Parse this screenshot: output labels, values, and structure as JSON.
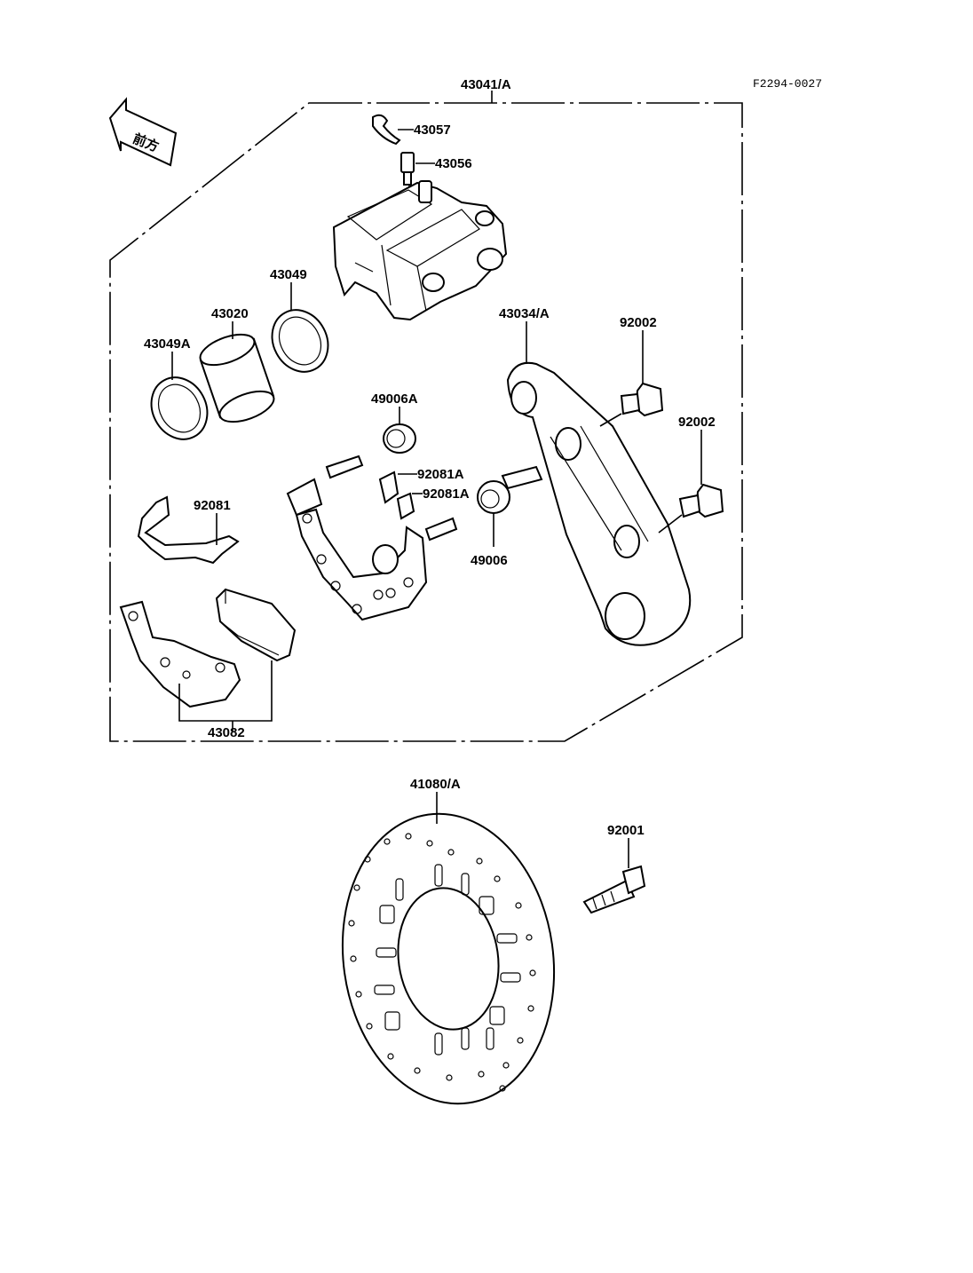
{
  "header": {
    "ref_code": "F2294-0027",
    "direction_glyph": "前方"
  },
  "labels": {
    "caliper_assy": "43041/A",
    "bleeder_cap": "43057",
    "bleeder_valve": "43056",
    "seal_outer": "43049",
    "piston": "43020",
    "seal_inner": "43049A",
    "holder": "43034/A",
    "bolt_upper": "92002",
    "bolt_lower": "92002",
    "boot_upper": "49006A",
    "clip_upper": "92081A",
    "clip_lower": "92081A",
    "boot_lower": "49006",
    "spring": "92081",
    "pads": "43082",
    "disc": "41080/A",
    "disc_bolt": "92001"
  },
  "icons": {
    "forward_arrow": "forward-arrow-icon"
  }
}
